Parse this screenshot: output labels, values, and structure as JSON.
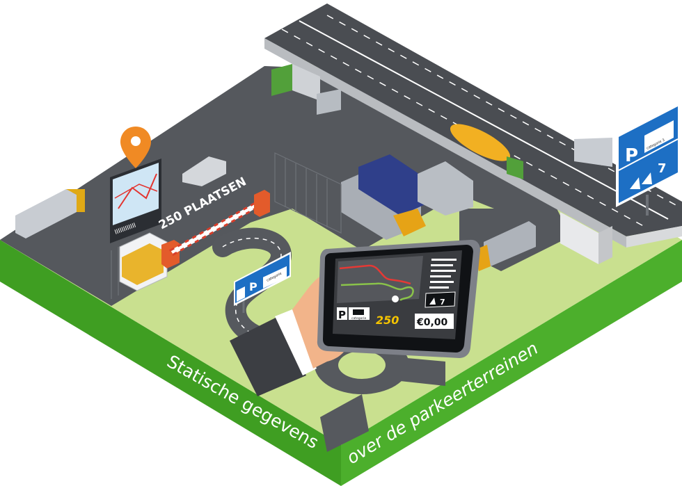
{
  "caption": {
    "left": "Statische gegevens",
    "right": "over de parkeerterreinen"
  },
  "lot_sign": {
    "capacity_text": "250 PLAATSEN",
    "barcode_text": "IIIIIIIIIIII"
  },
  "road_sign": {
    "p_label": "P",
    "category_text": "categorie 3",
    "exit_number": "7"
  },
  "small_sign": {
    "p_label": "P",
    "category_text": "categorie"
  },
  "tablet": {
    "p_label": "P",
    "category_text": "categorie",
    "spaces_value": "250",
    "price_value": "€0,00",
    "exit_number": "7"
  },
  "colors": {
    "grass_dark": "#4caf2c",
    "grass_light": "#c9e08f",
    "asphalt": "#56595e",
    "sign_blue": "#1d6fc4",
    "pin_orange": "#f08a24",
    "tablet_yellow": "#f5c400"
  }
}
